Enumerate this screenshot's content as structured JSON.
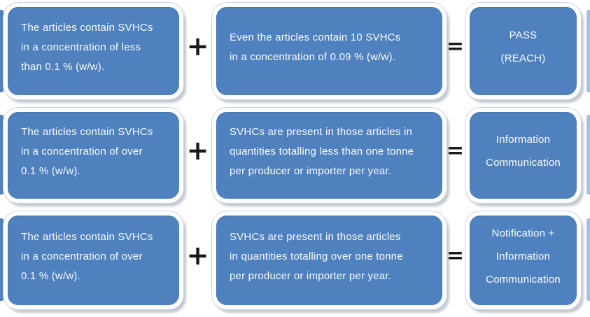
{
  "operators": {
    "plus": "+",
    "equals": "="
  },
  "rows": [
    {
      "left": "The articles contain SVHCs\nin a concentration of less\nthan 0.1 % (w/w).",
      "middle": "Even the articles contain 10 SVHCs\nin a concentration of 0.09 % (w/w).",
      "result": [
        "PASS",
        "(REACH)"
      ]
    },
    {
      "left": "The articles contain SVHCs\nin a concentration of over\n0.1 % (w/w).",
      "middle": "SVHCs are present in those articles in\nquantities totalling less than one tonne\nper producer or importer per year.",
      "result": [
        "Information",
        "Communication"
      ]
    },
    {
      "left": "The articles contain SVHCs\nin a concentration of over\n0.1 % (w/w).",
      "middle": "SVHCs are present in those articles\nin quantities totalling over one tonne\nper producer or importer per year.",
      "result": [
        "Notification +",
        "Information",
        "Communication"
      ]
    }
  ],
  "colors": {
    "box_fill": "#4E81BD",
    "frame": "#FFFFFF",
    "frame_outline": "#C9D3E0",
    "shadow": "#949DAC",
    "text": "#FBFBFB",
    "operator": "#1A1A1A",
    "left_edge_strip": "#4E81BD",
    "right_edge_strip": "#A6C1DE"
  }
}
